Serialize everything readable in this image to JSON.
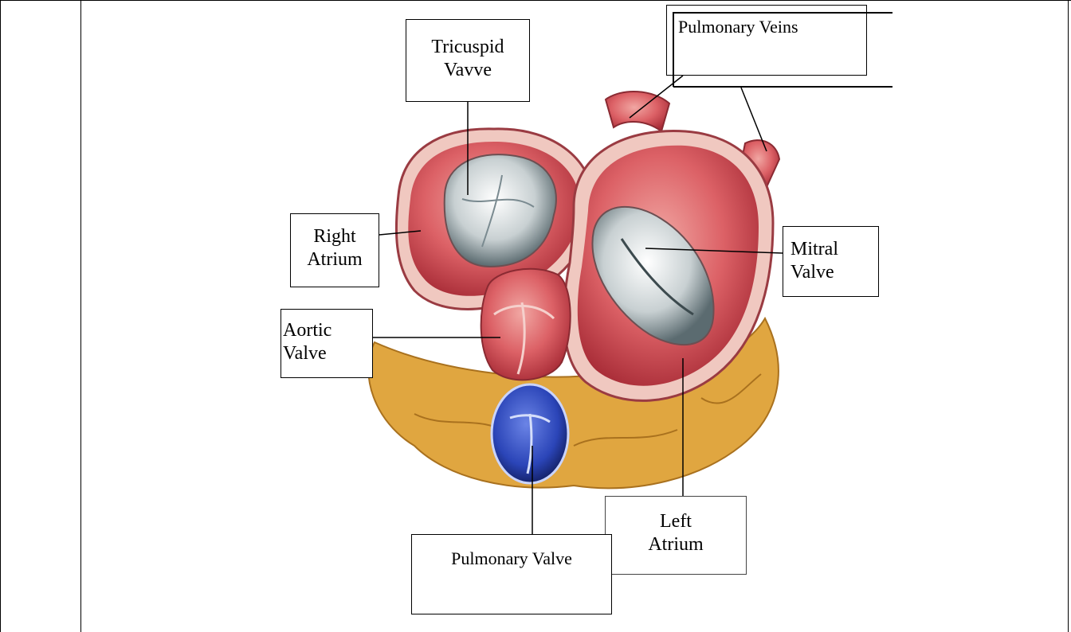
{
  "diagram": {
    "labels": {
      "tricuspid": [
        "Tricuspid",
        "Vavve"
      ],
      "pulmonary_veins": "Pulmonary Veins",
      "right_atrium": [
        "Right",
        "Atrium"
      ],
      "mitral": [
        "Mitral",
        "Valve"
      ],
      "aortic": [
        "Aortic",
        "Valve"
      ],
      "pulmonary_valve": "Pulmonary Valve",
      "left_atrium": [
        "Left",
        "Atrium"
      ]
    },
    "colors": {
      "heart_red": "#d8565c",
      "heart_light": "#f0b6b3",
      "valve_white": "#e9eef0",
      "valve_dark": "#4f6166",
      "pulmonary_blue": "#2b45b8",
      "fat_yellow": "#e0a640"
    }
  }
}
